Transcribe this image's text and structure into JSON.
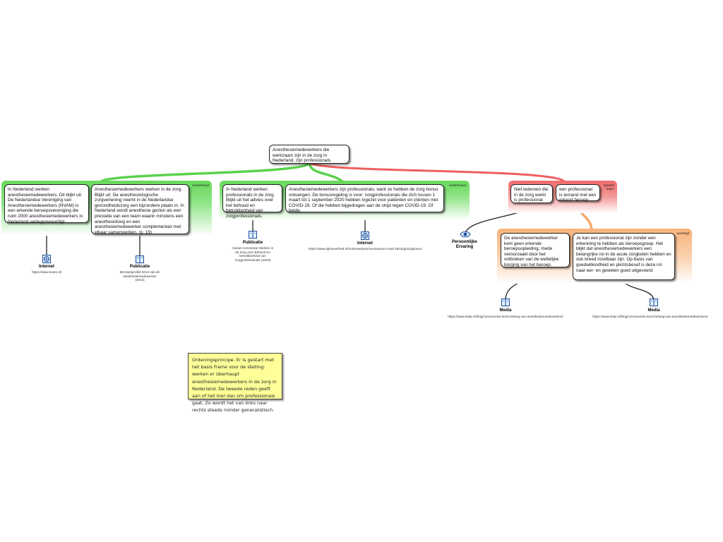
{
  "root": {
    "text": "Anesthesiemedewerkers die werkzaam zijn in de zorg in Nederland, zijn professionals."
  },
  "branches": [
    {
      "tag": "onderbouwt"
    },
    {
      "tag": "onderbouwt"
    },
    {
      "tag": "spreekt tegen"
    }
  ],
  "nodes": {
    "n1": "In Nederland werken anesthesiemedewerkers. Dit blijkt uit: De Nederlandse Vereniging van Anesthesiemedewerkers (NVAM) is een erkende beroepsvereniging die ruim 2000 anesthesiemedewerkers in Nederland vertegenwoordigt.",
    "n2": "Anesthesiemedewerkers werken in de zorg. Blijkt uit: De anesthesiologische zorgverlening neemt in de Nederlandse gezondheidszorg een bijzondere plaats in. In Nederland wordt anesthesie gezien als een prestatie van een team waarin minstens een anesthesioloog en een anesthesiemedewerker complementair met elkaar samenwerken. (p. 19)",
    "n3": "In Nederland werken professionals in de zorg. Blijkt uit het advies over het behoud en betrokkenheid van zorgprofessionals.",
    "n4": "Anesthesiemedewerkers zijn professionals, want ze hebben de zorg bonus ontvangen. De bonusregeling is voor: zorgprofessionals die zich tussen 1 maart tot 1 september 2020 hebben ingezet voor patiënten en cliënten met COVID-19. Of die hebben bijgedragen aan de strijd tegen COVID-19. Of beide.",
    "n5": "Niet iedereen die in de zorg werkt is professional",
    "n6": "een professional is iemand met een erkend beroep",
    "n7": "De anesthesiemedewerker kent geen erkende beroepsopleiding, mede veroorzaakt door het ontbreken van de wettelijke borging van het beroep.",
    "n8": "Je kan een professional zijn zonder een erkenning te hebben als beroepsgroep. Het blijkt dat anesthesiemedewerkers een belangrijke rol in de acute zorgketen hebben en ook breed inzetbaar zijn. Op basis van goedwillendheid en plichtsbesef is deze rol naar eer- en geweten goed uitgevoerd"
  },
  "orange_tag": "weerlegt",
  "sources": {
    "s1": {
      "type": "Internet",
      "detail": "https://www.nvam.nl/",
      "icon": "internet-icon"
    },
    "s2": {
      "type": "Publicatie",
      "detail": "Beroepsprofiel 2014 van de anesthesiemedewerker (2014)",
      "icon": "book-icon"
    },
    "s3": {
      "type": "Publicatie",
      "detail": "Advies commissie Werken in de Zorg over Behoud en betrokkenheid van zorgprofessionals (2020)",
      "icon": "book-icon"
    },
    "s4": {
      "type": "Internet",
      "detail": "https://www.rijksoverheid.nl/onderwerpen/coronavirus-covid-19/zorg/zorgbonus",
      "icon": "internet-icon"
    },
    "s5": {
      "type": "Persoonlijke Ervaring",
      "detail": "",
      "icon": "eye-icon"
    },
    "s6": {
      "type": "Media",
      "detail": "https://www.skipr.nl/blog/coronacrisis-toont-belang-van-anesthesiemedewerkers/",
      "icon": "book-icon"
    },
    "s7": {
      "type": "Media",
      "detail": "https://www.skipr.nl/blog/coronacrisis-toont-belang-van-anesthesiemedewerkers/",
      "icon": "book-icon"
    }
  },
  "note": {
    "text": "Ordeningsprincipe. Er is gestart met het basis frame voor de stelling: werken er überhaupt anesthesiemedewerkers in de zorg in Nederland. De tweede reden geeft aan of het hier dan om professionals gaat. Zo wordt het van links naar rechts steeds minder generalistisch."
  },
  "colors": {
    "support": "#5bd24e",
    "oppose": "#ee5e5e",
    "rebut": "#f5a66a",
    "note_bg": "#ffff99"
  }
}
